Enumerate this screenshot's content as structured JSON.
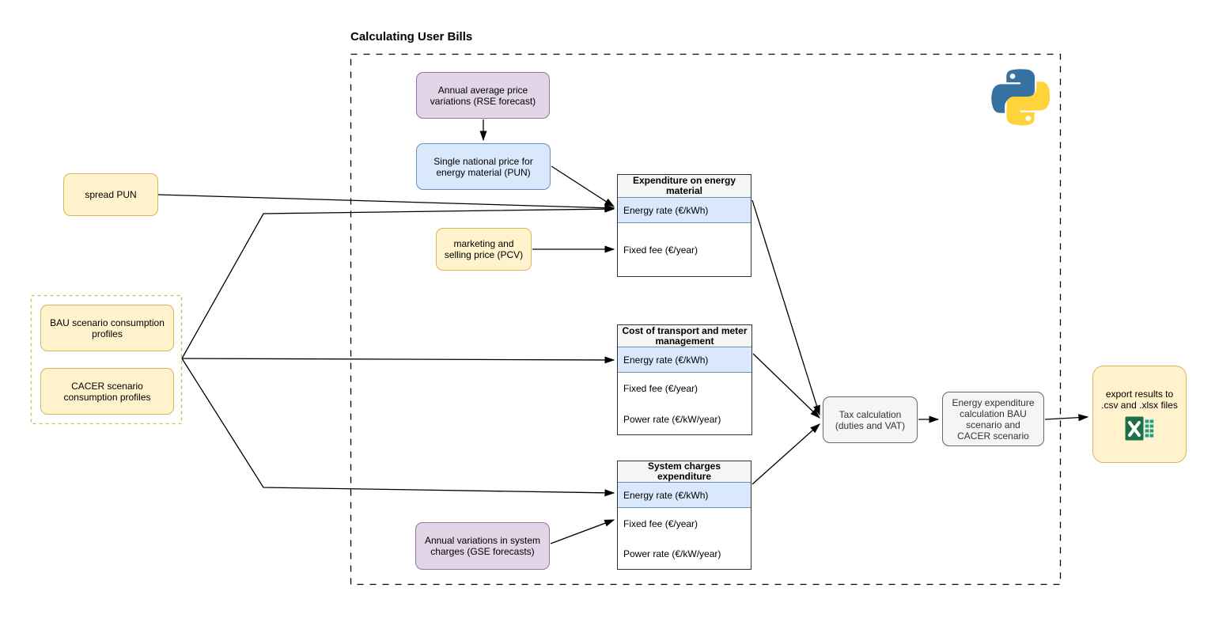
{
  "diagram_title": "Calculating User Bills",
  "nodes": {
    "rse_forecast": "Annual average price variations (RSE forecast)",
    "pun": "Single national price for energy material (PUN)",
    "spread_pun": "spread PUN",
    "pcv": "marketing and selling price (PCV)",
    "bau_profiles": "BAU scenario consumption profiles",
    "cacer_profiles": "CACER scenario consumption profiles",
    "gse_forecast": "Annual variations in system charges (GSE forecasts)",
    "tax": "Tax calculation (duties and VAT)",
    "energy_expenditure": "Energy expenditure calculation BAU scenario and CACER scenario",
    "export": "export results to .csv and .xlsx files"
  },
  "tables": [
    {
      "header": "Expenditure on energy material",
      "rows": [
        "Energy rate (€/kWh)",
        "Fixed fee (€/year)"
      ]
    },
    {
      "header": "Cost of transport and meter management",
      "rows": [
        "Energy rate (€/kWh)",
        "Fixed fee (€/year)",
        "Power rate (€/kW/year)"
      ]
    },
    {
      "header": "System charges expenditure",
      "rows": [
        "Energy rate (€/kWh)",
        "Fixed fee (€/year)",
        "Power rate (€/kW/year)"
      ]
    }
  ],
  "icons": {
    "python": "python-logo",
    "excel": "excel-spreadsheet-icon"
  },
  "colors": {
    "yellow_fill": "#FFF2CC",
    "yellow_border": "#D6B656",
    "purple_fill": "#E1D5E7",
    "purple_border": "#9673A6",
    "blue_fill": "#DAE8FC",
    "blue_border": "#6C8EBF",
    "gray_fill": "#F5F5F5",
    "gray_border": "#666666",
    "connector": "#000000",
    "excel_green": "#1D7044",
    "python_blue": "#3671A1",
    "python_yellow": "#FFD43B"
  }
}
